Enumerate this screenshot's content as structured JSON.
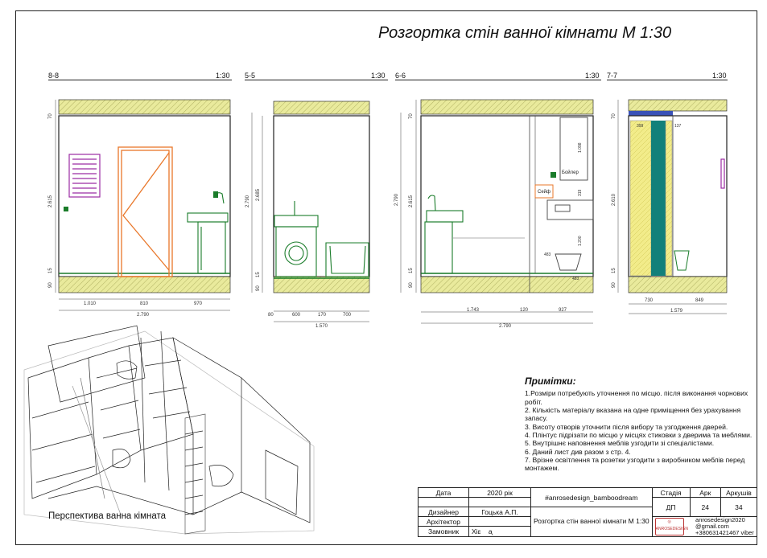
{
  "sheet_title": "Розгортка стін ванної кімнати М 1:30",
  "sections": [
    {
      "name": "8-8",
      "scale": "1:30"
    },
    {
      "name": "5-5",
      "scale": "1:30"
    },
    {
      "name": "6-6",
      "scale": "1:30"
    },
    {
      "name": "7-7",
      "scale": "1:30"
    }
  ],
  "dims": {
    "s88": {
      "seg1": "1.010",
      "seg2": "810",
      "seg3": "970",
      "total": "2.790",
      "v1": "70",
      "v2": "2.615",
      "v3": "15",
      "v4": "90"
    },
    "s55": {
      "seg1": "80",
      "seg2": "600",
      "seg3": "170",
      "seg4": "700",
      "total": "1.570",
      "v1": "2.790",
      "v2": "2.685",
      "v3": "15",
      "v4": "90"
    },
    "s66": {
      "seg1": "1.743",
      "seg2": "120",
      "seg3": "927",
      "total": "2.790",
      "v1": "70",
      "v2": "2.615",
      "v3": "15",
      "v4": "90",
      "v5": "2.790",
      "i1": "1.098",
      "i2": "319",
      "i3": "1.200",
      "i4": "483",
      "i5": "483"
    },
    "s77": {
      "seg1": "730",
      "seg2": "849",
      "total": "1.579",
      "v1": "70",
      "v2": "2.610",
      "v3": "15",
      "v4": "90",
      "t1": "399",
      "t2": "137"
    }
  },
  "labels": {
    "boiler": "Бойлер",
    "safe": "Сейф"
  },
  "notes": {
    "heading": "Примітки:",
    "items": [
      "1.Розміри потребують уточнення по місцю. після виконання чорнових робіт.",
      "2. Кількість матеріалу вказана на одне приміщення без урахування запасу.",
      "3. Висоту отворів уточнити після вибору та узгодження дверей.",
      "4. Плінтус підрізати по місцю у місцях стиковки з дверима та меблями.",
      "5. Внутрішнє наповнення меблів узгодити зі спеціалістами.",
      "6. Даний лист див разом з стр. 4.",
      "7. Врізне освітлення та розетки узгодити з виробником меблів перед монтажем."
    ]
  },
  "perspective_label": "Перспектива ванна кімната",
  "title_block": {
    "date_label": "Дата",
    "date_value": "2020 рік",
    "hashtag": "#anrosedesign_bamboodream",
    "stage_label": "Стадія",
    "sheet_label": "Арк",
    "sheets_label": "Аркушів",
    "designer_label": "Дизайнер",
    "designer_value": "Гоцька А.П.",
    "stage_value": "ДП",
    "sheet_value": "24",
    "sheets_value": "34",
    "architect_label": "Архітектор",
    "sheet_name": "Розгортка стін ванної кімнати М 1:30",
    "customer_label": "Замовник",
    "customer_sig": "Xiɛ",
    "customer_sig2": "ᶏ",
    "logo_text": "ANROSEDESIGN",
    "contact_name": "anrosedesign2020",
    "contact_email": "@gmail.com",
    "contact_phone": "+380631421467 viber"
  },
  "colors": {
    "hatch": "#e9ea9c",
    "door": "#e9772a",
    "furniture": "#1a7c2a",
    "rail": "#9b2ca3",
    "teal": "#12807a",
    "tile": "#f2ec8a"
  }
}
